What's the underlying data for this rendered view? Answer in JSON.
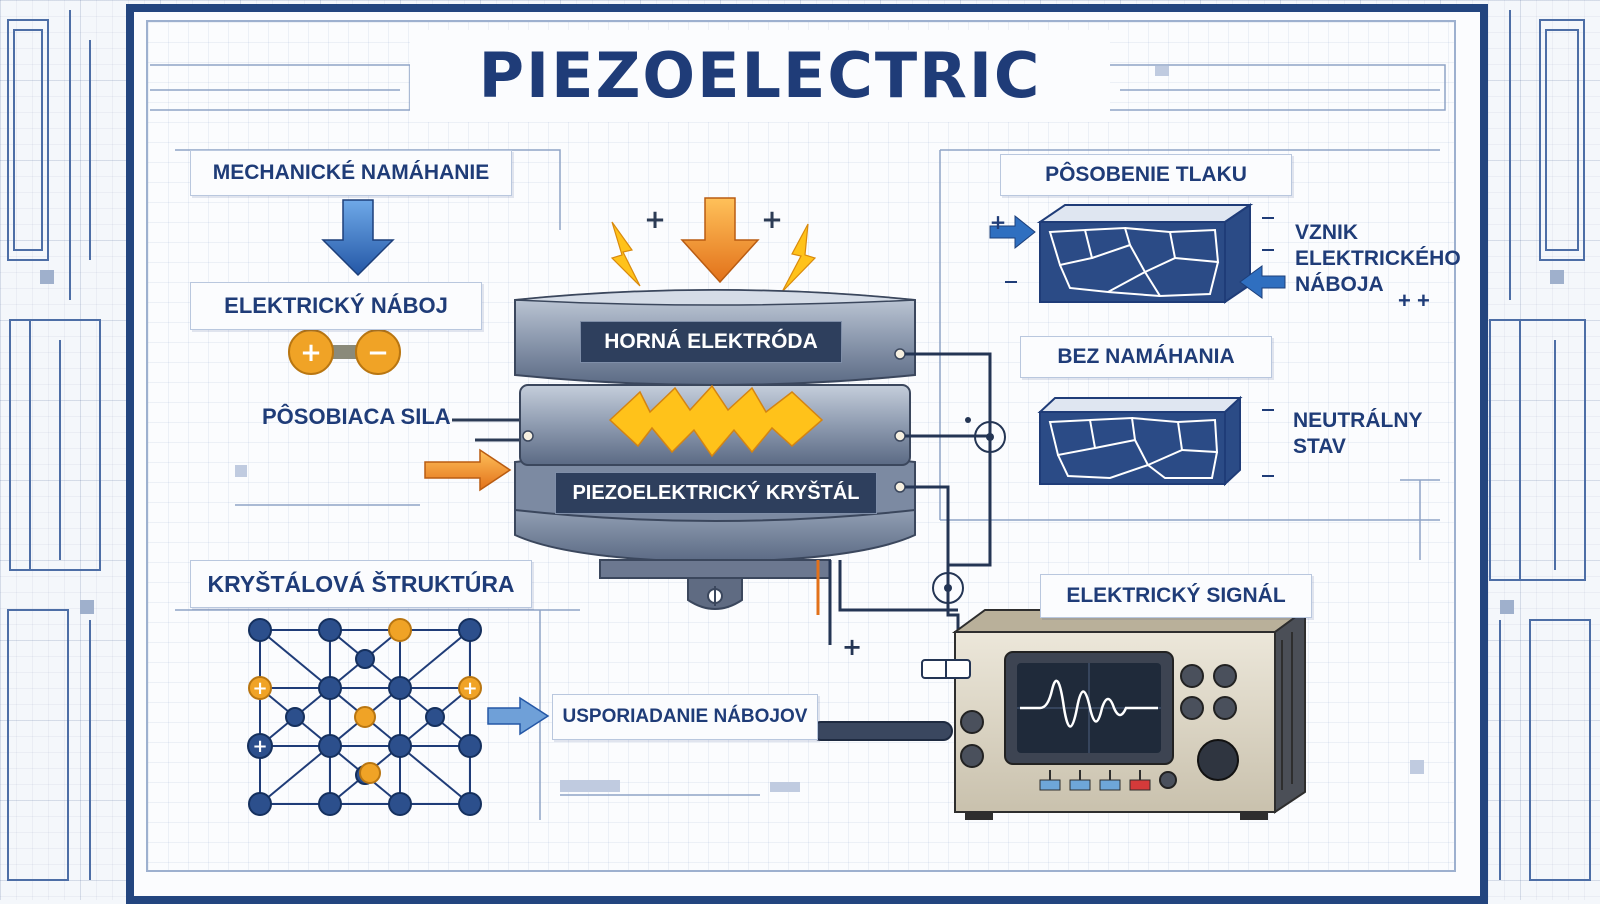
{
  "title": "PIEZOELECTRIC",
  "labels": {
    "mechanical_stress": "MECHANICKÉ NAMÁHANIE",
    "electric_charge": "ELEKTRICKÝ NÁBOJ",
    "acting_force": "PÔSOBIACA SILA",
    "crystal_structure": "KRYŠTÁLOVÁ ŠTRUKTÚRA",
    "charge_arrangement": "USPORIADANIE NÁBOJOV",
    "top_electrode": "HORNÁ ELEKTRÓDA",
    "piezo_crystal": "PIEZOELEKTRICKÝ KRYŠTÁL",
    "pressure_action": "PÔSOBENIE TLAKU",
    "charge_generation_line1": "VZNIK",
    "charge_generation_line2": "ELEKTRICKÉHO",
    "charge_generation_line3": "NÁBOJA",
    "no_stress": "BEZ NAMÁHANIA",
    "neutral_state_line1": "NEUTRÁLNY",
    "neutral_state_line2": "STAV",
    "electric_signal": "ELEKTRICKÝ SIGNÁL"
  },
  "symbols": {
    "plus": "+",
    "minus": "−",
    "plus_plus": "+ +"
  },
  "colors": {
    "frame": "#23457f",
    "text": "#1f3c78",
    "arrow_blue": "#2f6fc0",
    "arrow_orange": "#f08a24",
    "charge_positive": "#f0a326",
    "charge_negative": "#2c4f8c",
    "spark": "#ffc21a",
    "device_body": "#dcd6c6"
  }
}
